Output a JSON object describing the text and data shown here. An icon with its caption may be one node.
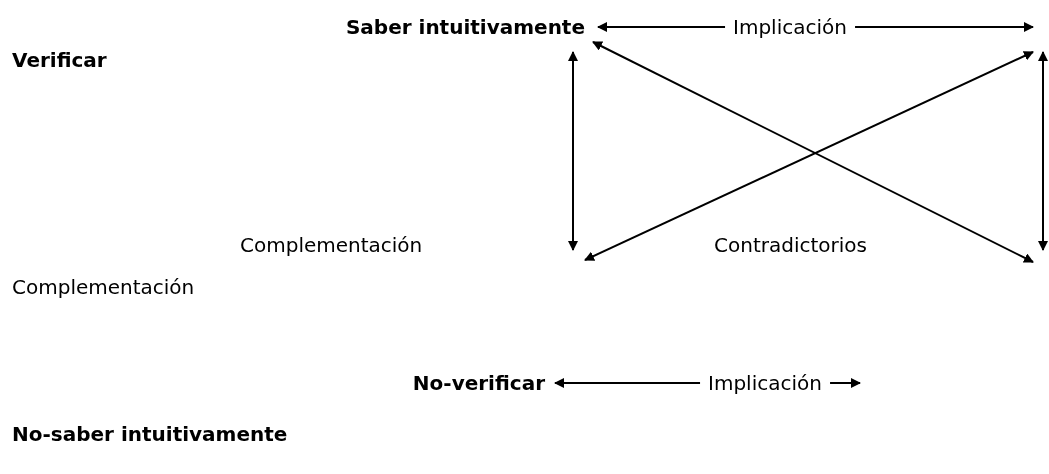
{
  "diagram": {
    "nodes": [
      {
        "text": [
          "Saber intuitivamente"
        ]
      },
      {
        "text": [
          "No-verificar"
        ]
      }
    ],
    "edges": [
      {
        "from": 0,
        "to": null,
        "arrow": "both",
        "label": "Implicación"
      },
      {
        "from": 1,
        "to": null,
        "arrow": "both",
        "label": "Implicación"
      },
      {
        "from": 0,
        "to": null,
        "arrow": "both"
      },
      {
        "from": 0,
        "to": null,
        "arrow": "both"
      }
    ],
    "labels": [
      "Verificar",
      "Complementación",
      "Contradictorios",
      "Complementación",
      "No-saber intuitivamente"
    ]
  }
}
